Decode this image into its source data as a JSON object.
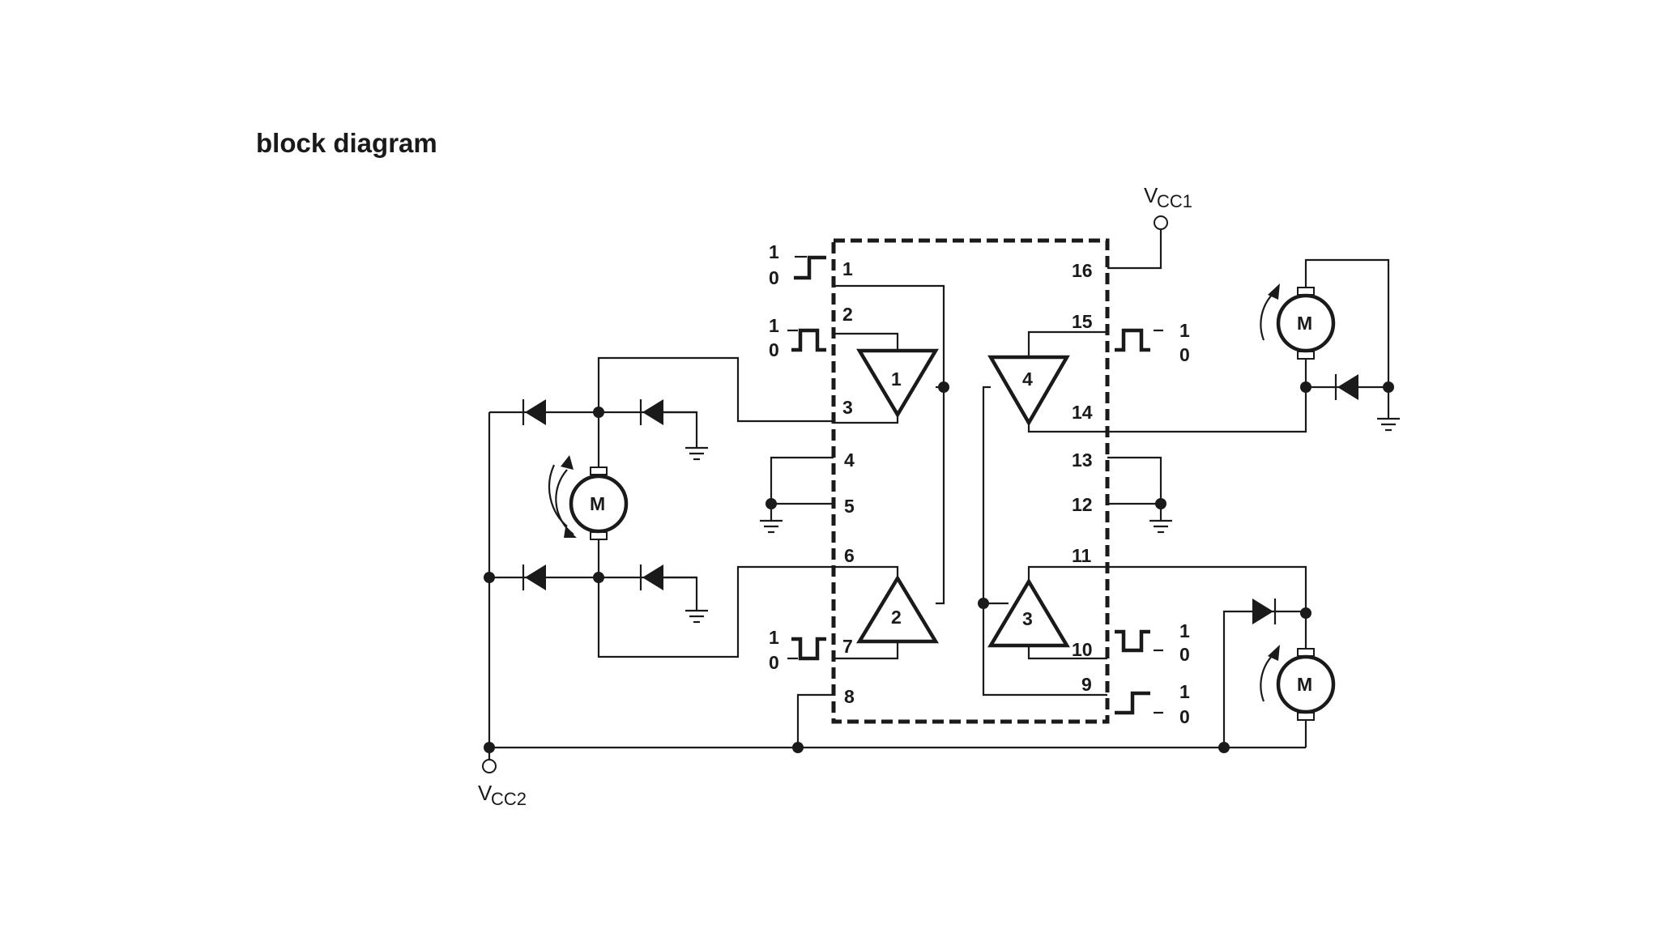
{
  "title": "block diagram",
  "power": {
    "vcc1": {
      "main": "V",
      "sub": "CC1"
    },
    "vcc2": {
      "main": "V",
      "sub": "CC2"
    }
  },
  "pins": {
    "p1": "1",
    "p2": "2",
    "p3": "3",
    "p4": "4",
    "p5": "5",
    "p6": "6",
    "p7": "7",
    "p8": "8",
    "p9": "9",
    "p10": "10",
    "p11": "11",
    "p12": "12",
    "p13": "13",
    "p14": "14",
    "p15": "15",
    "p16": "16"
  },
  "drivers": {
    "d1": "1",
    "d2": "2",
    "d3": "3",
    "d4": "4"
  },
  "motor_label": "M",
  "logic": {
    "high": "1",
    "low": "0"
  },
  "colors": {
    "ink": "#1a1a1a",
    "background": "#ffffff"
  }
}
